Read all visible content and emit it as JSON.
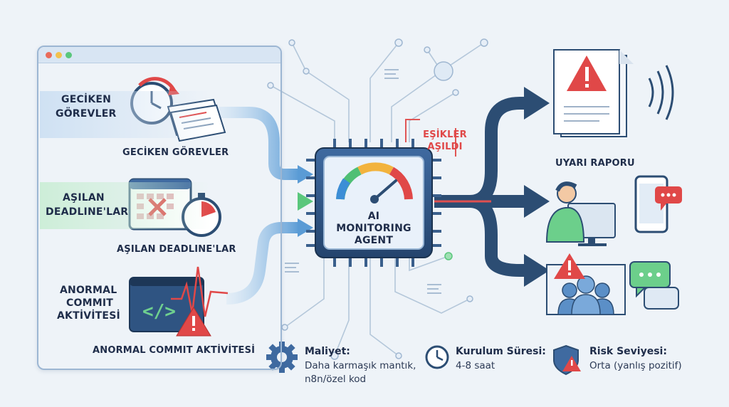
{
  "inputs": {
    "delayed_tasks_panel": [
      "GECİKEN",
      "GÖREVLER"
    ],
    "delayed_tasks_caption": "GECİKEN GÖREVLER",
    "missed_deadlines_panel": [
      "AŞILAN",
      "DEADLINE'LAR"
    ],
    "missed_deadlines_caption": "AŞILAN DEADLINE'LAR",
    "abnormal_commits_panel": [
      "ANORMAL",
      "COMMIT",
      "AKTİVİTESİ"
    ],
    "abnormal_commits_caption": "ANORMAL COMMIT AKTİVİTESİ"
  },
  "agent": {
    "line1": "AI",
    "line2": "MONITORING",
    "line3": "AGENT"
  },
  "threshold": {
    "line1": "EŞİKLER",
    "line2": "AŞILDI"
  },
  "outputs": {
    "report_label": "UYARI RAPORU"
  },
  "footer": {
    "cost_title": "Maliyet:",
    "cost_text_1": "Daha karmaşık mantık,",
    "cost_text_2": "n8n/özel kod",
    "setup_title": "Kurulum Süresi:",
    "setup_text": "4-8 saat",
    "risk_title": "Risk Seviyesi:",
    "risk_text": "Orta (yanlış pozitif)"
  },
  "colors": {
    "navy": "#1f3a5c",
    "blue_flow": "#5f9fd6",
    "green_flow": "#6ccf8b",
    "red_alert": "#e04848",
    "chip": "#2d4f7c",
    "panel_border": "#9cb6d3"
  }
}
